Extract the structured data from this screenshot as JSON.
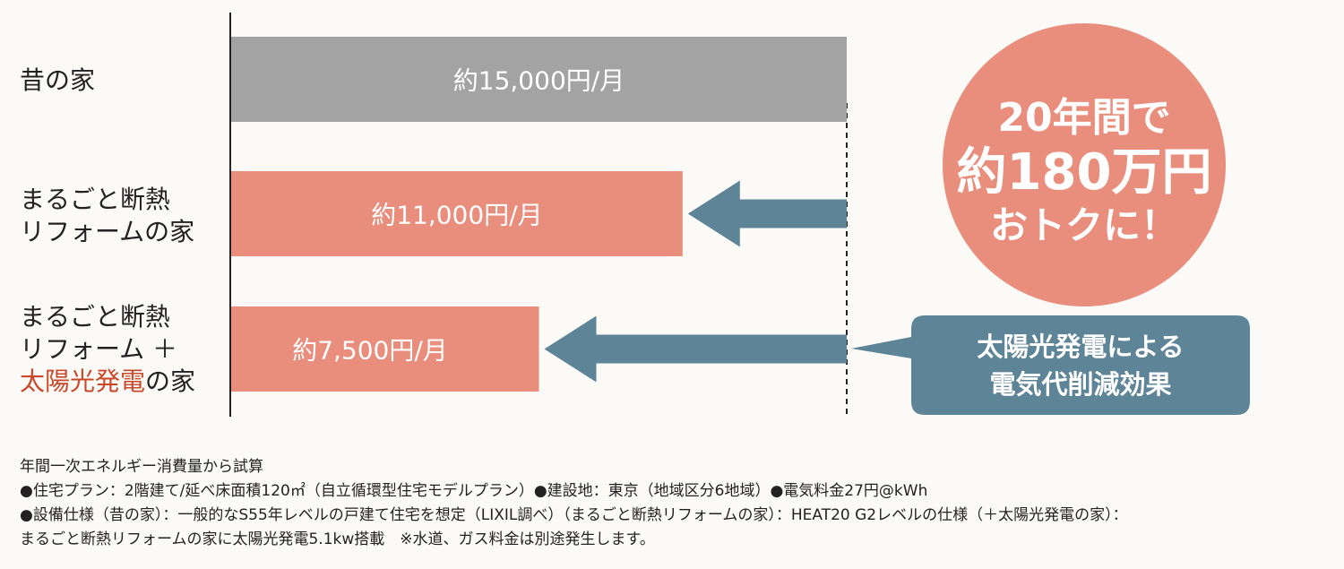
{
  "chart_data": {
    "type": "bar",
    "orientation": "horizontal",
    "categories": [
      [
        "昔の家"
      ],
      [
        "まるごと断熱",
        "リフォームの家"
      ],
      [
        "まるごと断熱",
        "リフォーム ＋",
        "太陽光発電の家"
      ]
    ],
    "category_highlight": [
      "",
      "",
      "太陽光発電"
    ],
    "values": [
      15000,
      11000,
      7500
    ],
    "value_labels": [
      "約15,000円/月",
      "約11,000円/月",
      "約7,500円/月"
    ],
    "xlim": [
      0,
      15000
    ],
    "bar_colors": [
      "#a3a3a3",
      "#e98e7c",
      "#e98e7c"
    ],
    "arrow_color": "#5e8497",
    "grid": false
  },
  "callout": {
    "lines": [
      "20年間で",
      "約180万円",
      "おトクに！"
    ],
    "color": "#e98e7c"
  },
  "speech_bubble": {
    "lines": [
      "太陽光発電による",
      "電気代削減効果"
    ],
    "color": "#5e8497"
  },
  "notes": [
    "年間一次エネルギー消費量から試算",
    "●住宅プラン：2階建て/延べ床面積120㎡（自立循環型住宅モデルプラン）●建設地：東京（地域区分6地域）●電気料金27円@kWh",
    "●設備仕様（昔の家）：一般的なS55年レベルの戸建て住宅を想定（LIXIL調べ）（まるごと断熱リフォームの家）：HEAT20 G2レベルの仕様（＋太陽光発電の家）：",
    "まるごと断熱リフォームの家に太陽光発電5.1kw搭載　※水道、ガス料金は別途発生します。"
  ]
}
